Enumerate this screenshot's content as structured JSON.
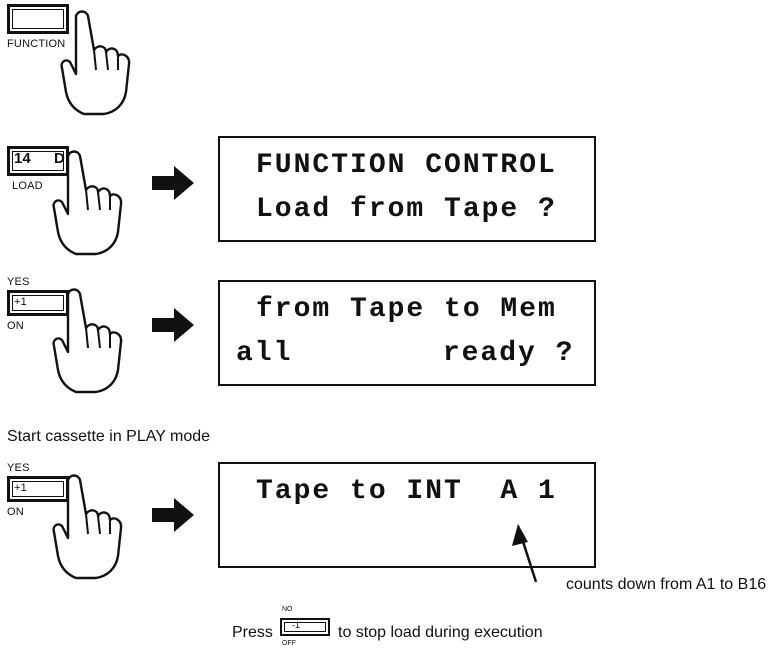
{
  "steps": [
    {
      "button_text": "",
      "button_label": "FUNCTION"
    },
    {
      "button_text": "14",
      "button_label": "LOAD",
      "lcd": [
        "FUNCTION CONTROL",
        "Load from Tape ?"
      ]
    },
    {
      "top_label": "YES",
      "button_text": "+1",
      "button_label": "ON",
      "lcd": [
        "from Tape to Mem",
        "all        ready ?"
      ]
    },
    {
      "top_label": "YES",
      "button_text": "+1",
      "button_label": "ON",
      "lcd": [
        "Tape to INT  A 1",
        ""
      ]
    }
  ],
  "instruction_cassette": "Start cassette in PLAY mode",
  "annotation_countdown": "counts down from A1 to B16",
  "footer": {
    "press": "Press",
    "key_top_label": "NO",
    "key_text": "-1",
    "key_bottom_label": "OFF",
    "rest": "to stop load during execution"
  }
}
